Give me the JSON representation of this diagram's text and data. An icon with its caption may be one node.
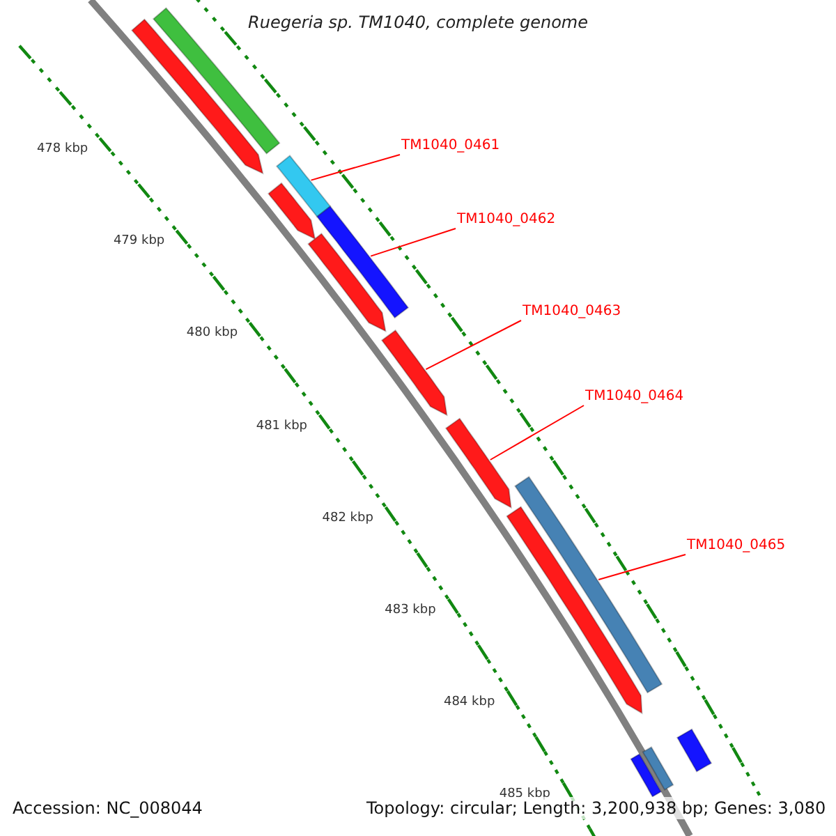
{
  "diagram": {
    "title": "Ruegeria sp. TM1040, complete genome",
    "nodes": [
      {
        "text": [
          "TM1040_0461"
        ]
      },
      {
        "text": [],
        "shape": "bar"
      },
      {
        "text": [
          "TM1040_0462"
        ]
      },
      {
        "text": [],
        "shape": "bar"
      },
      {
        "text": [
          "TM1040_0463"
        ]
      },
      {
        "text": [],
        "shape": "arrow"
      },
      {
        "text": [
          "TM1040_0464"
        ]
      },
      {
        "text": [],
        "shape": "arrow"
      },
      {
        "text": [
          "TM1040_0465"
        ]
      },
      {
        "text": [],
        "shape": "bar"
      },
      {
        "text": [],
        "shape": "bar"
      },
      {
        "text": [],
        "shape": "arrow"
      },
      {
        "text": [],
        "shape": "arrow"
      },
      {
        "text": [],
        "shape": "arrow"
      },
      {
        "text": [],
        "shape": "arrow"
      },
      {
        "text": [],
        "shape": "bar"
      },
      {
        "text": [],
        "shape": "bar"
      },
      {
        "text": [],
        "shape": "bar"
      }
    ],
    "edges": [
      {
        "from": 0,
        "to": 1,
        "arrow": "none",
        "color": "#ff0000"
      },
      {
        "from": 2,
        "to": 3,
        "arrow": "none",
        "color": "#ff0000"
      },
      {
        "from": 4,
        "to": 5,
        "arrow": "none",
        "color": "#ff0000"
      },
      {
        "from": 6,
        "to": 7,
        "arrow": "none",
        "color": "#ff0000"
      },
      {
        "from": 8,
        "to": 9,
        "arrow": "none",
        "color": "#ff0000"
      }
    ],
    "labels": [
      "478 kbp",
      "479 kbp",
      "480 kbp",
      "481 kbp",
      "482 kbp",
      "483 kbp",
      "484 kbp",
      "485 kbp",
      "Accession: NC_008044",
      "Topology: circular; Length: 3,200,938 bp; Genes: 3,080"
    ]
  }
}
